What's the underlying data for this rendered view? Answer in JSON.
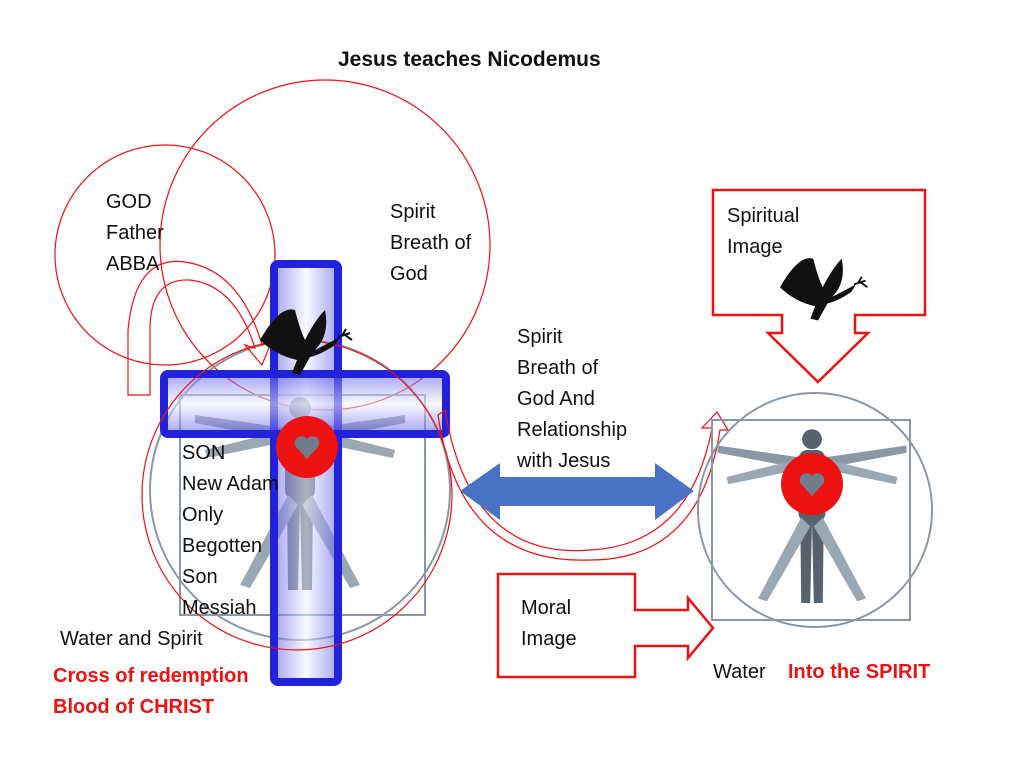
{
  "title": "Jesus teaches Nicodemus",
  "god_lines": [
    "GOD",
    "Father",
    "ABBA"
  ],
  "spirit_top_lines": [
    "Spirit",
    "Breath of",
    "God"
  ],
  "son_lines": [
    "SON",
    "New Adam",
    "Only",
    "Begotten",
    "Son",
    "Messiah"
  ],
  "relationship_lines": [
    "Spirit",
    "Breath of",
    "God And",
    "Relationship",
    "with Jesus"
  ],
  "spiritual_image_lines": [
    "Spiritual",
    "Image"
  ],
  "moral_image_lines": [
    "Moral",
    "Image"
  ],
  "water_and_spirit": "Water and Spirit",
  "cross_label": "Cross of redemption",
  "blood_label": "Blood of CHRIST",
  "water_label": "Water",
  "into_spirit_label": "Into the SPIRIT",
  "colors": {
    "red": "#ee1111",
    "blue": "#2222dd",
    "arrow_blue": "#4a72c4",
    "figure_gray": "#6f8090"
  }
}
